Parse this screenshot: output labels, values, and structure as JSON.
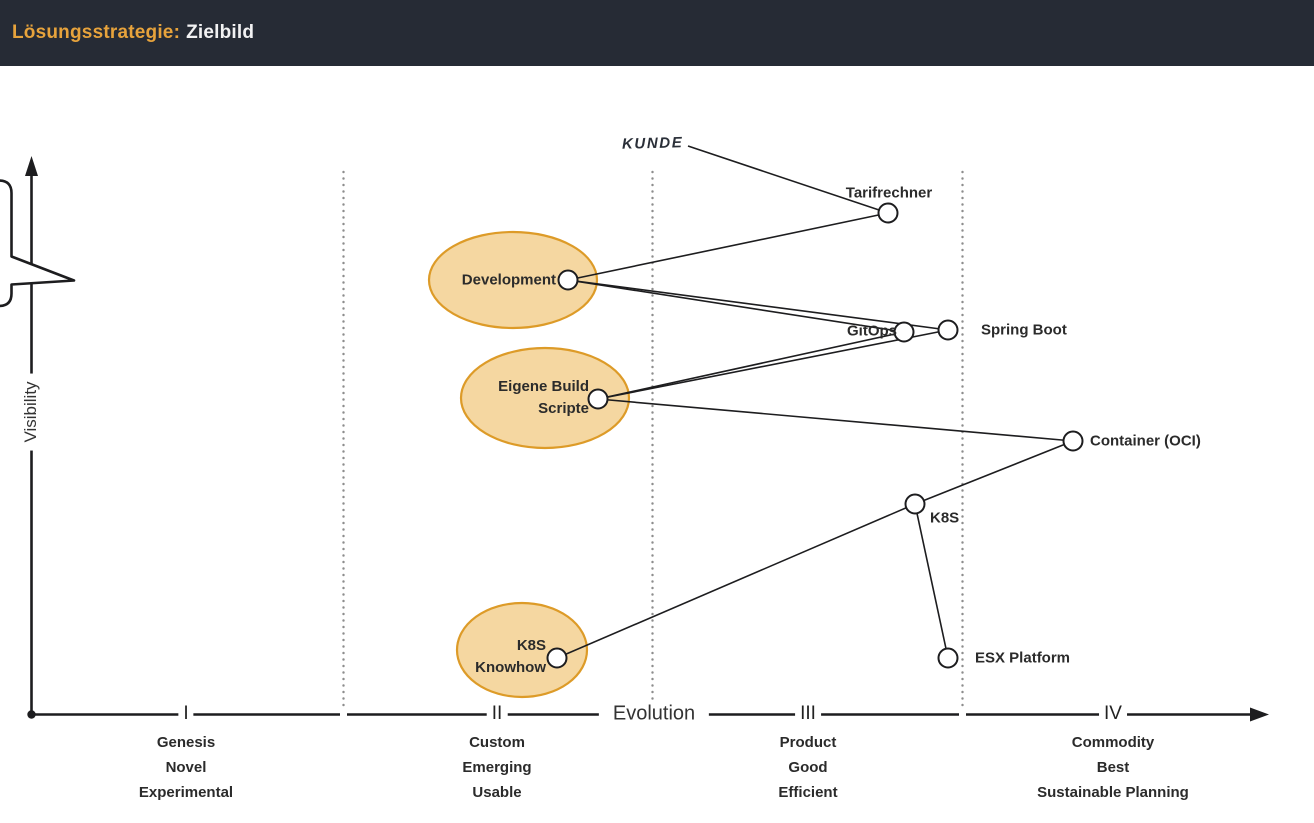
{
  "header": {
    "title_prefix": "Lösungsstrategie:",
    "title_suffix": "Zielbild"
  },
  "axes": {
    "y_label": "Visibility",
    "x_label": "Evolution"
  },
  "stages": [
    {
      "numeral": "I",
      "lines": [
        "Genesis",
        "Novel",
        "Experimental"
      ]
    },
    {
      "numeral": "II",
      "lines": [
        "Custom",
        "Emerging",
        "Usable"
      ]
    },
    {
      "numeral": "III",
      "lines": [
        "Product",
        "Good",
        "Efficient"
      ]
    },
    {
      "numeral": "IV",
      "lines": [
        "Commodity",
        "Best",
        "Sustainable Planning"
      ]
    }
  ],
  "map": {
    "anchor": {
      "label": "Kunde"
    },
    "nodes": [
      {
        "label": "Tarifrechner"
      },
      {
        "label": "GitOps"
      },
      {
        "label": "Spring Boot"
      },
      {
        "label": "Container (OCI)"
      },
      {
        "label": "K8S"
      },
      {
        "label": "ESX Platform"
      }
    ],
    "groups": [
      {
        "lines": [
          "Development"
        ]
      },
      {
        "lines": [
          "Eigene Build",
          "Scripte"
        ]
      },
      {
        "lines": [
          "K8S",
          "Knowhow"
        ]
      }
    ]
  },
  "colors": {
    "header_bg": "#262B35",
    "header_accent": "#E7A33C",
    "header_text": "#F2F2F3",
    "ink": "#1D1D1F",
    "label": "#2B2B2B",
    "ellipse_fill": "#F5D7A1",
    "ellipse_stroke": "#DD9B28",
    "dotted": "#8D8D8D"
  }
}
